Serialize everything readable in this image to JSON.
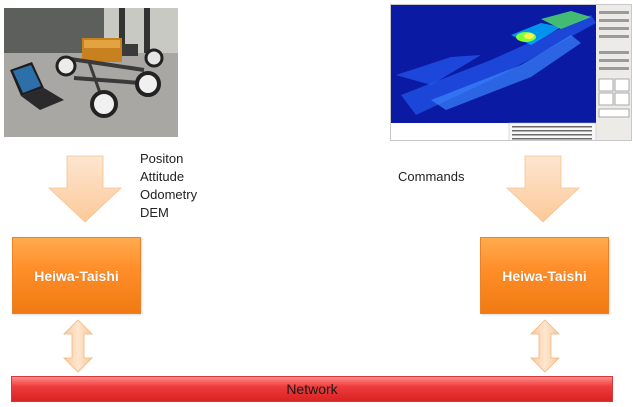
{
  "data_labels": [
    "Positon",
    "Attitude",
    "Odometry",
    "DEM"
  ],
  "commands_label": "Commands",
  "left_box_label": "Heiwa-Taishi",
  "right_box_label": "Heiwa-Taishi",
  "network_label": "Network",
  "colors": {
    "box_orange": "#f58a1f",
    "network_red": "#e02e2e",
    "arrow_peach": "#fdd9b8",
    "screen_blue": "#0b1aa3"
  },
  "icons": [
    "robot-rover-photo",
    "3d-map-software-screenshot"
  ]
}
